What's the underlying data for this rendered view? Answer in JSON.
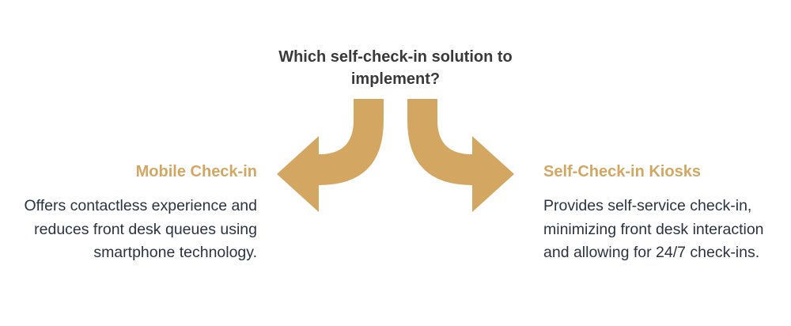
{
  "question": "Which self-check-in solution to implement?",
  "left_option": {
    "title": "Mobile Check-in",
    "description": "Offers contactless experience and reduces front desk queues using smartphone technology."
  },
  "right_option": {
    "title": "Self-Check-in Kiosks",
    "description": "Provides self-service check-in, minimizing front desk interaction and allowing for 24/7 check-ins."
  },
  "colors": {
    "arrow": "#d3a762",
    "title": "#d3a762",
    "text": "#2b3340",
    "question": "#3a3a3a"
  }
}
